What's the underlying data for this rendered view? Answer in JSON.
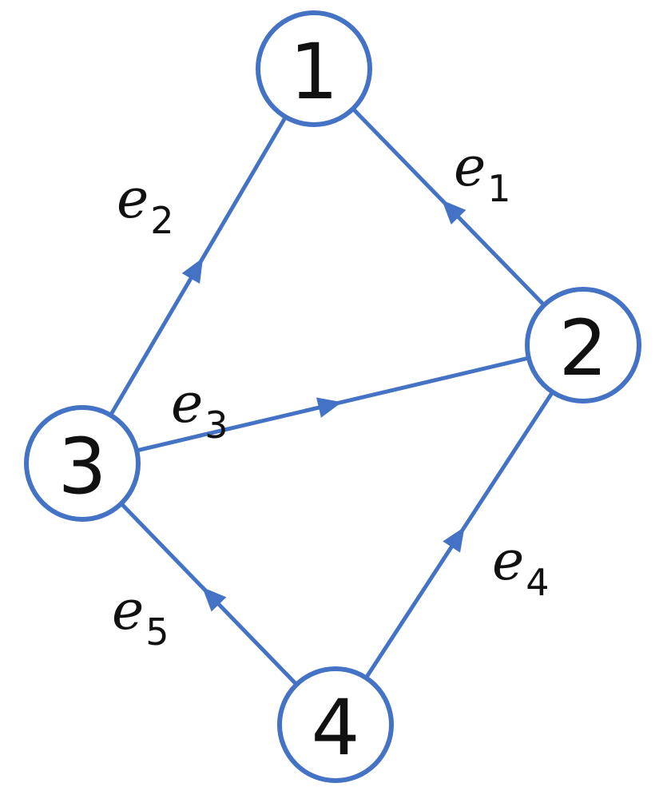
{
  "colors": {
    "stroke": "#4472C4",
    "text": "#111111",
    "background": "#ffffff"
  },
  "nodes": [
    {
      "id": "1",
      "label": "1"
    },
    {
      "id": "2",
      "label": "2"
    },
    {
      "id": "3",
      "label": "3"
    },
    {
      "id": "4",
      "label": "4"
    }
  ],
  "edges": [
    {
      "id": "e1",
      "base": "e",
      "sub": "1",
      "from": "2",
      "to": "1"
    },
    {
      "id": "e2",
      "base": "e",
      "sub": "2",
      "from": "3",
      "to": "1"
    },
    {
      "id": "e3",
      "base": "e",
      "sub": "3",
      "from": "3",
      "to": "2"
    },
    {
      "id": "e4",
      "base": "e",
      "sub": "4",
      "from": "4",
      "to": "2"
    },
    {
      "id": "e5",
      "base": "e",
      "sub": "5",
      "from": "4",
      "to": "3"
    }
  ]
}
